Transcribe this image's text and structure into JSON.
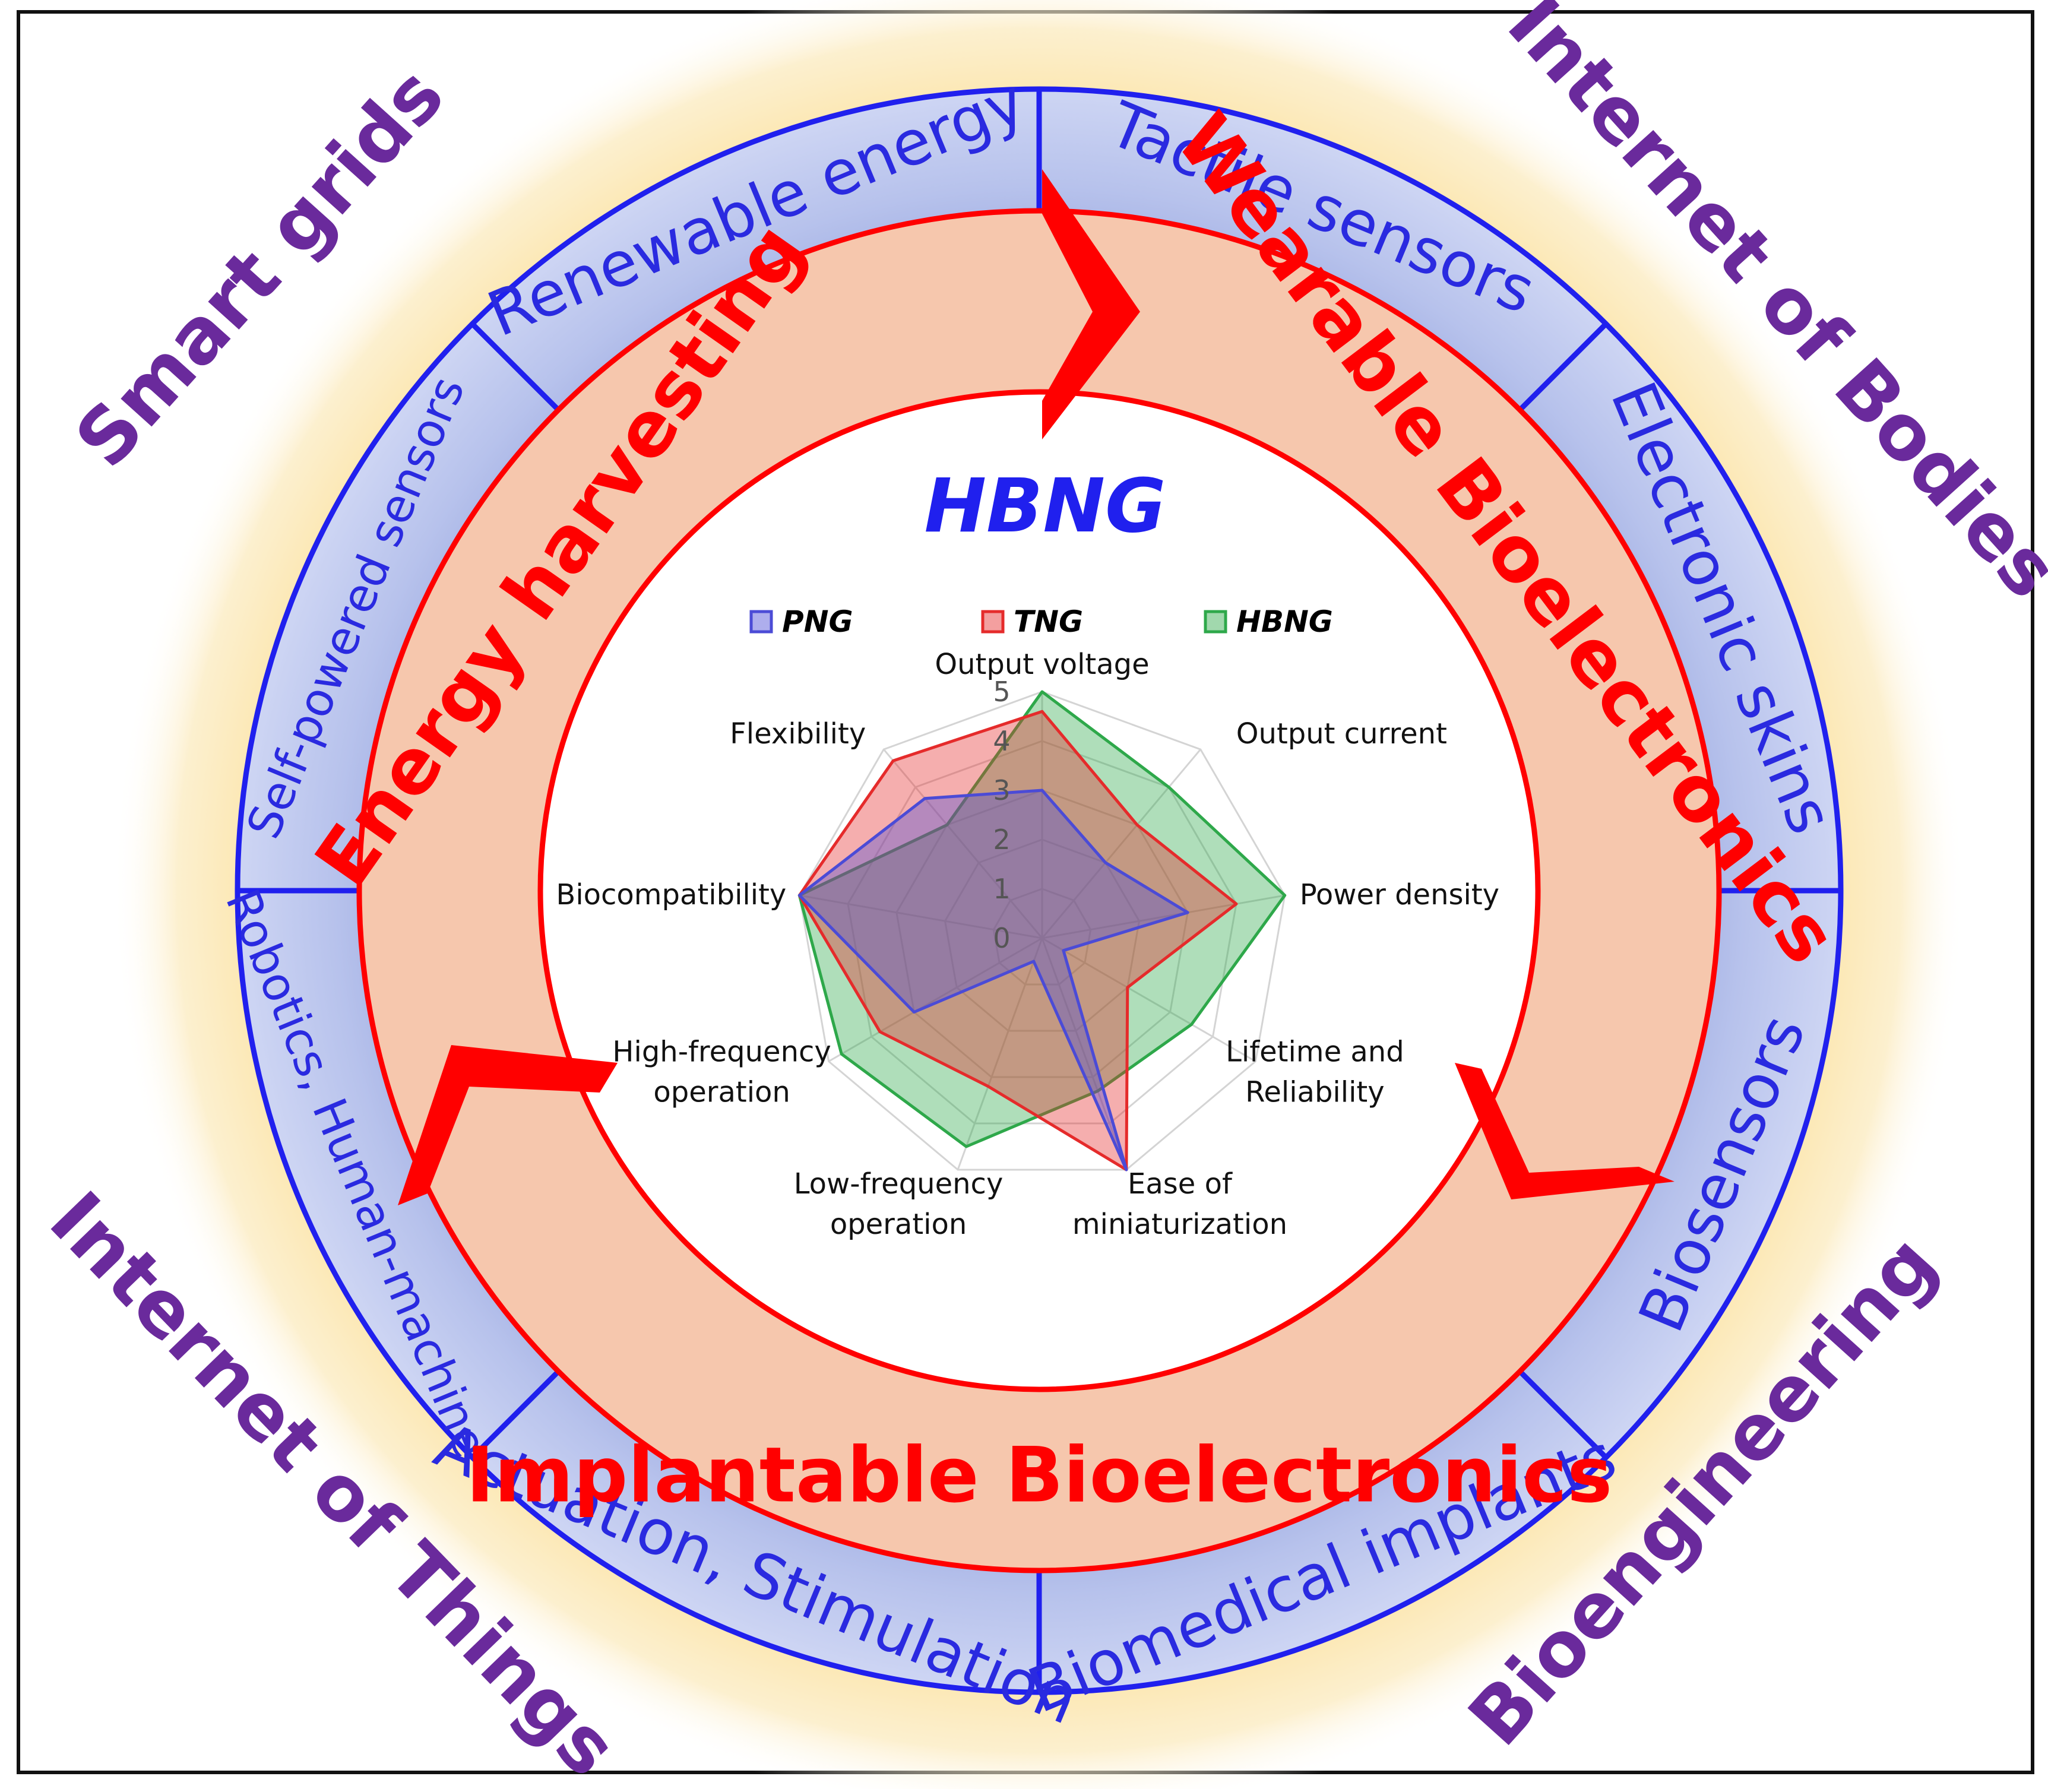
{
  "title": "HBNG",
  "corners": {
    "top_left": "Smart grids",
    "top_right": "Internet of Bodies",
    "bottom_left": "Internet of Things",
    "bottom_right": "Bioengineering"
  },
  "segments": [
    {
      "label": "Renewable energy"
    },
    {
      "label": "Tactile sensors"
    },
    {
      "label": "Electronic skins"
    },
    {
      "label": "Biosensors"
    },
    {
      "label": "Biomedical implants"
    },
    {
      "label": "Actuation, Stimulation"
    },
    {
      "label": "Robotics, Human-machine"
    },
    {
      "label": "Self-powered sensors"
    }
  ],
  "applications": {
    "energy": "Energy harvesting",
    "wearable": "Wearable Bioelectronics",
    "implantable": "Implantable Bioelectronics"
  },
  "colors": {
    "corner_text": "#6a2a9c",
    "segment_text": "#2a2ae0",
    "segment_border": "#2020ee",
    "application_text": "#ff0000",
    "arrow_fill": "#f6c7ad",
    "arrow_border": "#ff0000",
    "halo": "#fbe2a2",
    "title": "#2020ee",
    "png": "#4b4bd6",
    "tng": "#e52b2b",
    "hbng": "#2ea84a"
  },
  "chart_data": {
    "type": "radar",
    "axes": [
      {
        "label": "Output voltage"
      },
      {
        "label": "Output current"
      },
      {
        "label": "Power density"
      },
      {
        "label": "Lifetime and Reliability"
      },
      {
        "label": "Ease of miniaturization"
      },
      {
        "label": "Low-frequency operation"
      },
      {
        "label": "High-frequency operation"
      },
      {
        "label": "Biocompatibility"
      },
      {
        "label": "Flexibility"
      }
    ],
    "ticks": [
      "0",
      "1",
      "2",
      "3",
      "4",
      "5"
    ],
    "range": [
      0,
      5
    ],
    "series": [
      {
        "name": "PNG",
        "values": [
          3,
          2,
          3,
          0.5,
          5,
          0.5,
          3,
          5,
          3.7
        ]
      },
      {
        "name": "TNG",
        "values": [
          4.6,
          3,
          4,
          2,
          5,
          3.2,
          3.8,
          5,
          4.7
        ]
      },
      {
        "name": "HBNG",
        "values": [
          5,
          4,
          5,
          3.5,
          3.3,
          4.5,
          4.7,
          5,
          3
        ]
      }
    ],
    "legend_position": "top"
  }
}
